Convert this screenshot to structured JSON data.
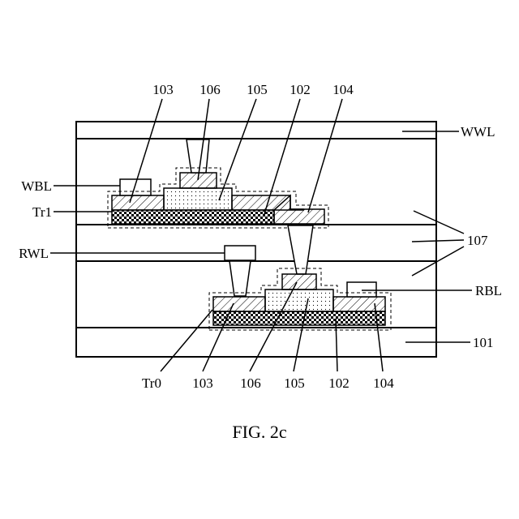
{
  "caption": "FIG. 2c",
  "labels": {
    "top_103": "103",
    "top_106": "106",
    "top_105": "105",
    "top_102": "102",
    "top_104": "104",
    "wwl": "WWL",
    "wbl": "WBL",
    "tr1": "Tr1",
    "rwl": "RWL",
    "l107": "107",
    "rbl": "RBL",
    "l101": "101",
    "tr0": "Tr0",
    "bot_103": "103",
    "bot_106": "106",
    "bot_105": "105",
    "bot_102": "102",
    "bot_104": "104"
  }
}
